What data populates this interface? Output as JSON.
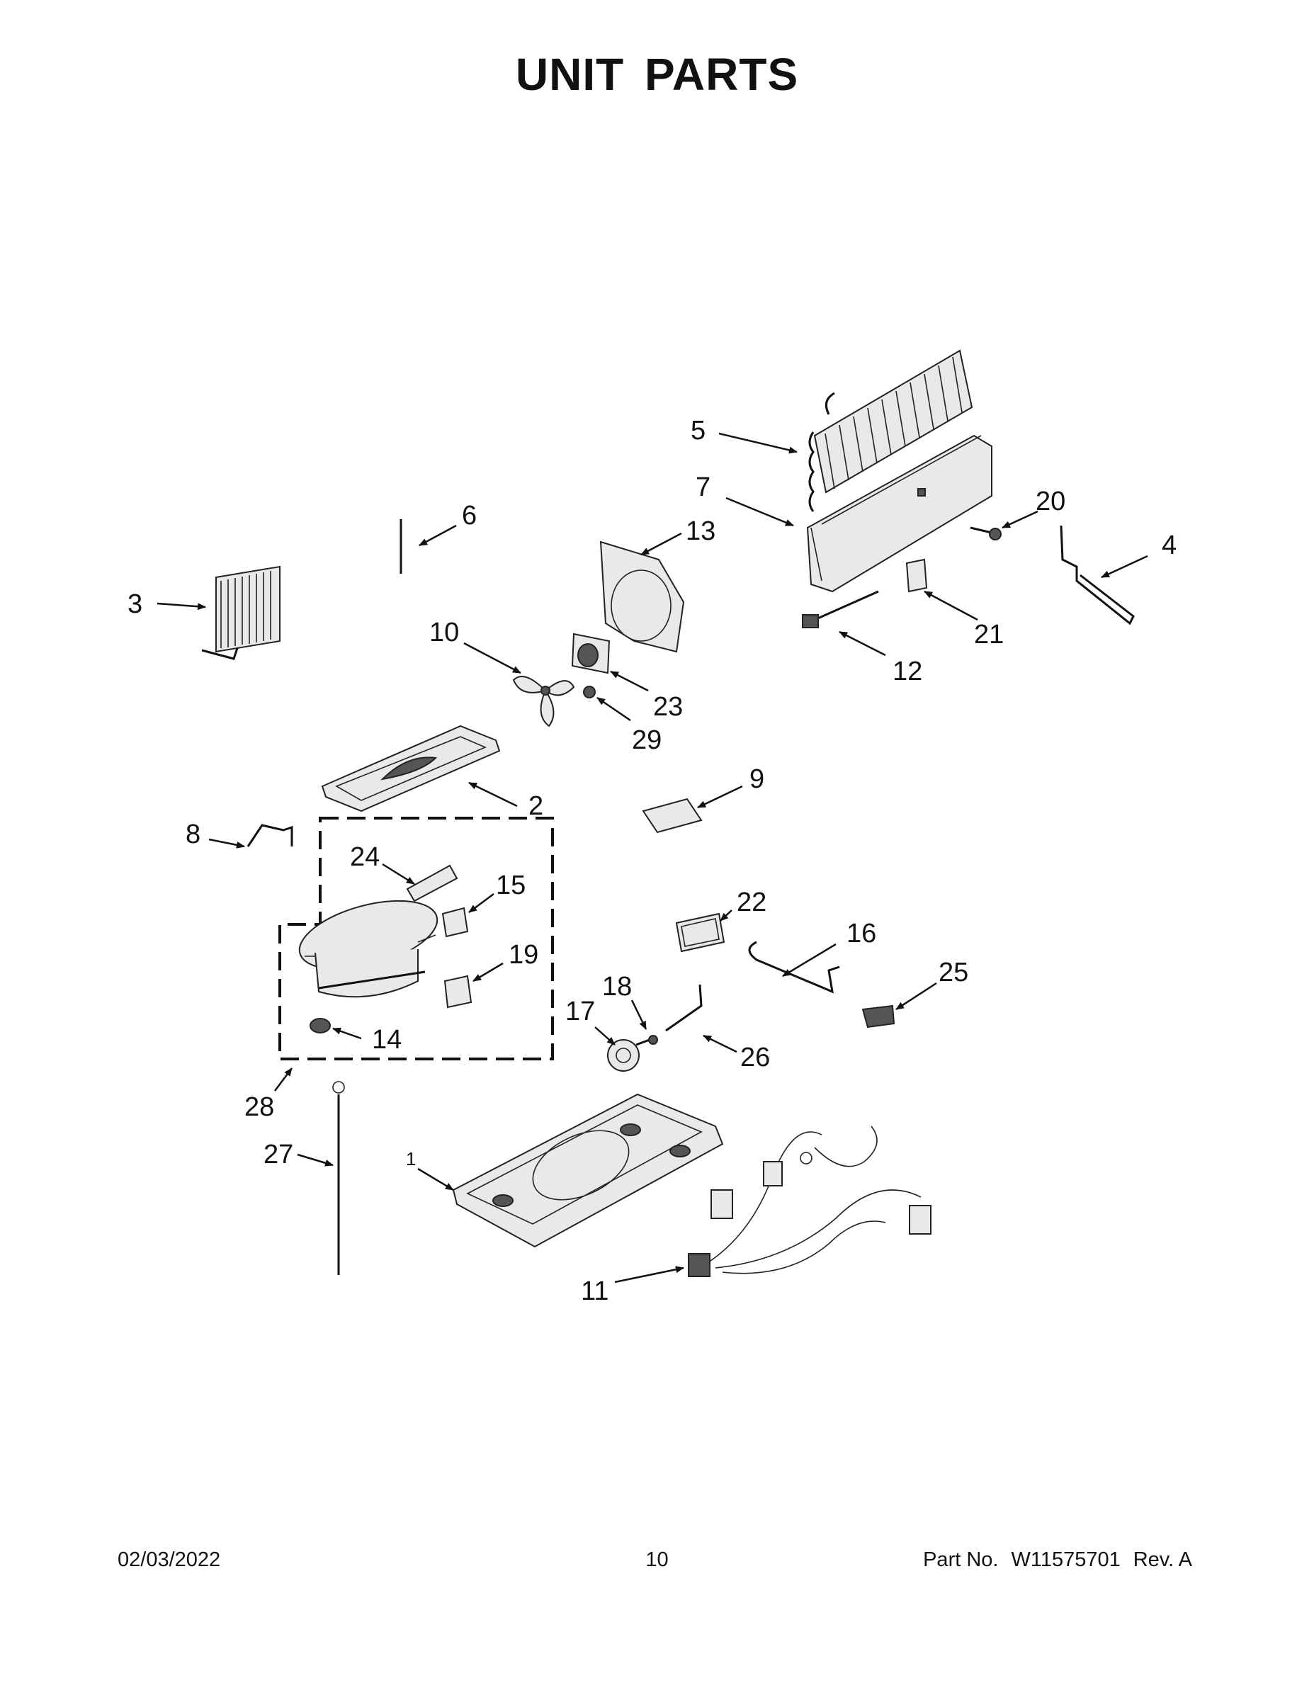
{
  "title": "UNIT  PARTS",
  "callouts": {
    "c1": "1",
    "c2": "2",
    "c3": "3",
    "c4": "4",
    "c5": "5",
    "c6": "6",
    "c7": "7",
    "c8": "8",
    "c9": "9",
    "c10": "10",
    "c11": "11",
    "c12": "12",
    "c13": "13",
    "c14": "14",
    "c15": "15",
    "c16": "16",
    "c17": "17",
    "c18": "18",
    "c19": "19",
    "c20": "20",
    "c21": "21",
    "c22": "22",
    "c23": "23",
    "c24": "24",
    "c25": "25",
    "c26": "26",
    "c27": "27",
    "c28": "28",
    "c29": "29"
  },
  "footer": {
    "date": "02/03/2022",
    "page": "10",
    "part_label": "Part No.",
    "part_number": "W11575701",
    "revision": "Rev.  A"
  }
}
